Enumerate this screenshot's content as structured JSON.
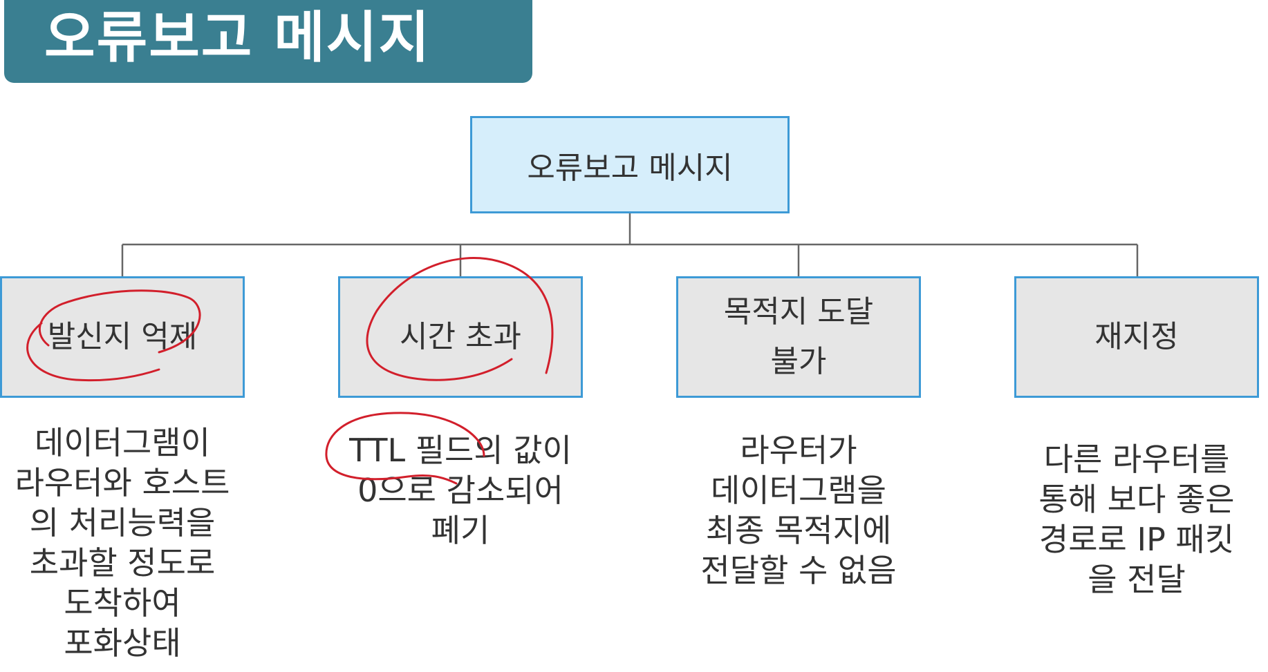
{
  "title": "오류보고 메시지",
  "root": "오류보고 메시지",
  "children": [
    {
      "label": "발신지 억제",
      "desc": "데이터그램이\n라우터와 호스트\n의 처리능력을\n초과할 정도로\n도착하여\n포화상태"
    },
    {
      "label": "시간 초과",
      "desc": "TTL 필드의 값이\n0으로 감소되어\n폐기"
    },
    {
      "label": "목적지 도달\n불가",
      "desc": "라우터가\n데이터그램을\n최종 목적지에\n전달할 수 없음"
    },
    {
      "label": "재지정",
      "desc": "다른 라우터를\n통해 보다 좋은\n경로로 IP 패킷\n을 전달"
    }
  ],
  "colors": {
    "banner": "#3a7f91",
    "root_fill": "#d6eefb",
    "child_fill": "#e6e6e6",
    "box_border": "#3d9ad6",
    "annotation": "#d21f2b"
  }
}
